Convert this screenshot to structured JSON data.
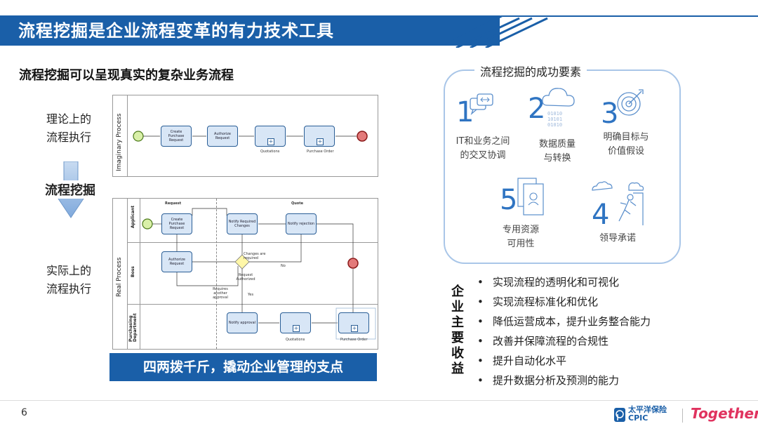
{
  "title": "流程挖掘是企业流程变革的有力技术工具",
  "left": {
    "subtitle": "流程挖掘可以呈现真实的复杂业务流程",
    "theory_label": [
      "理论上的",
      "流程执行"
    ],
    "mining_label": "流程挖掘",
    "actual_label": [
      "实际上的",
      "流程执行"
    ],
    "imaginary": {
      "pool_label": "Imaginary Process",
      "tasks": [
        "Create Purchase Request",
        "Authorize Request"
      ],
      "subprocesses": [
        "Quotations",
        "Purchase Order"
      ]
    },
    "real": {
      "pool_label": "Real Process",
      "phase_request": "Request",
      "phase_quote": "Quote",
      "lanes": [
        "Applicant",
        "Boss",
        "Purchasing Department"
      ],
      "tasks": {
        "create": "Create Purchase Request",
        "notify_changes": "Notify Required Changes",
        "notify_rejection": "Notify rejection",
        "authorize": "Authorize Request",
        "notify_approval": "Notify approval"
      },
      "labels": {
        "changes_required": "Changes are required",
        "no": "No",
        "request_authorized": "Request Authorized",
        "requires_approval": "Requires another approval",
        "yes": "Yes",
        "quotations": "Quotations",
        "purchase_order": "Purchase Order"
      }
    },
    "banner": "四两拨千斤，撬动企业管理的支点"
  },
  "success": {
    "title": "流程挖掘的成功要素",
    "factors": [
      {
        "num": "1",
        "text": "IT和业务之间\n的交叉协调"
      },
      {
        "num": "2",
        "text": "数据质量\n与转换"
      },
      {
        "num": "3",
        "text": "明确目标与\n价值假设"
      },
      {
        "num": "5",
        "text": "专用资源\n可用性"
      },
      {
        "num": "4",
        "text": "领导承诺"
      }
    ]
  },
  "benefits": {
    "label": "企业主要收益",
    "items": [
      "实现流程的透明化和可视化",
      "实现流程标准化和优化",
      "降低运营成本，提升业务整合能力",
      "改善并保障流程的合规性",
      "提升自动化水平",
      "提升数据分析及预测的能力"
    ]
  },
  "footer": {
    "page": "6",
    "cpic_cn": "太平洋保险",
    "cpic_en": "CPIC",
    "together": "Together"
  },
  "colors": {
    "brand": "#1a5fa8",
    "accent": "#2f74c2"
  }
}
